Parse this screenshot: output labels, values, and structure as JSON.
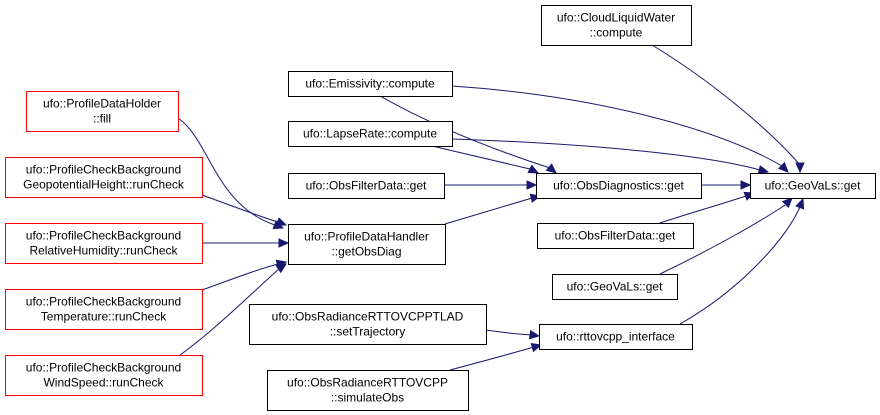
{
  "colors": {
    "edge": "#191970",
    "border_default": "#000000",
    "border_truncated": "#ff0000",
    "focus_fill": "#bfbfbf"
  },
  "nodes": [
    {
      "id": "geovals_get_focus",
      "lines": [
        "ufo::GeoVaLs::get"
      ],
      "style": "focus"
    },
    {
      "id": "cloud_liquid_water",
      "lines": [
        "ufo::CloudLiquidWater",
        "::compute"
      ],
      "style": "normal"
    },
    {
      "id": "emissivity",
      "lines": [
        "ufo::Emissivity::compute"
      ],
      "style": "normal"
    },
    {
      "id": "lapse_rate",
      "lines": [
        "ufo::LapseRate::compute"
      ],
      "style": "normal"
    },
    {
      "id": "obs_filter_data_left",
      "lines": [
        "ufo::ObsFilterData::get"
      ],
      "style": "normal"
    },
    {
      "id": "obs_diagnostics",
      "lines": [
        "ufo::ObsDiagnostics::get"
      ],
      "style": "normal"
    },
    {
      "id": "obs_filter_data_right",
      "lines": [
        "ufo::ObsFilterData::get"
      ],
      "style": "normal"
    },
    {
      "id": "geovals_get_caller",
      "lines": [
        "ufo::GeoVaLs::get"
      ],
      "style": "normal"
    },
    {
      "id": "rttovcpp_interface",
      "lines": [
        "ufo::rttovcpp_interface"
      ],
      "style": "normal"
    },
    {
      "id": "profile_data_handler",
      "lines": [
        "ufo::ProfileDataHandler",
        "::getObsDiag"
      ],
      "style": "normal"
    },
    {
      "id": "profile_data_holder",
      "lines": [
        "ufo::ProfileDataHolder",
        "::fill"
      ],
      "style": "truncated"
    },
    {
      "id": "pcb_geopotential",
      "lines": [
        "ufo::ProfileCheckBackground",
        "GeopotentialHeight::runCheck"
      ],
      "style": "truncated"
    },
    {
      "id": "pcb_humidity",
      "lines": [
        "ufo::ProfileCheckBackground",
        "RelativeHumidity::runCheck"
      ],
      "style": "truncated"
    },
    {
      "id": "pcb_temperature",
      "lines": [
        "ufo::ProfileCheckBackground",
        "Temperature::runCheck"
      ],
      "style": "truncated"
    },
    {
      "id": "pcb_windspeed",
      "lines": [
        "ufo::ProfileCheckBackground",
        "WindSpeed::runCheck"
      ],
      "style": "truncated"
    },
    {
      "id": "rttovcpptlad",
      "lines": [
        "ufo::ObsRadianceRTTOVCPPTLAD",
        "::setTrajectory"
      ],
      "style": "normal"
    },
    {
      "id": "rttovcpp_simulate",
      "lines": [
        "ufo::ObsRadianceRTTOVCPP",
        "::simulateObs"
      ],
      "style": "normal"
    }
  ],
  "edges": [
    {
      "from": "cloud_liquid_water",
      "to": "geovals_get_focus"
    },
    {
      "from": "emissivity",
      "to": "geovals_get_focus"
    },
    {
      "from": "lapse_rate",
      "to": "geovals_get_focus"
    },
    {
      "from": "obs_diagnostics",
      "to": "geovals_get_focus"
    },
    {
      "from": "obs_filter_data_right",
      "to": "geovals_get_focus"
    },
    {
      "from": "geovals_get_caller",
      "to": "geovals_get_focus"
    },
    {
      "from": "rttovcpp_interface",
      "to": "geovals_get_focus"
    },
    {
      "from": "emissivity",
      "to": "obs_diagnostics"
    },
    {
      "from": "lapse_rate",
      "to": "obs_diagnostics"
    },
    {
      "from": "obs_filter_data_left",
      "to": "obs_diagnostics"
    },
    {
      "from": "profile_data_handler",
      "to": "obs_diagnostics"
    },
    {
      "from": "profile_data_holder",
      "to": "profile_data_handler"
    },
    {
      "from": "pcb_geopotential",
      "to": "profile_data_handler"
    },
    {
      "from": "pcb_humidity",
      "to": "profile_data_handler"
    },
    {
      "from": "pcb_temperature",
      "to": "profile_data_handler"
    },
    {
      "from": "pcb_windspeed",
      "to": "profile_data_handler"
    },
    {
      "from": "rttovcpptlad",
      "to": "rttovcpp_interface"
    },
    {
      "from": "rttovcpp_simulate",
      "to": "rttovcpp_interface"
    }
  ]
}
